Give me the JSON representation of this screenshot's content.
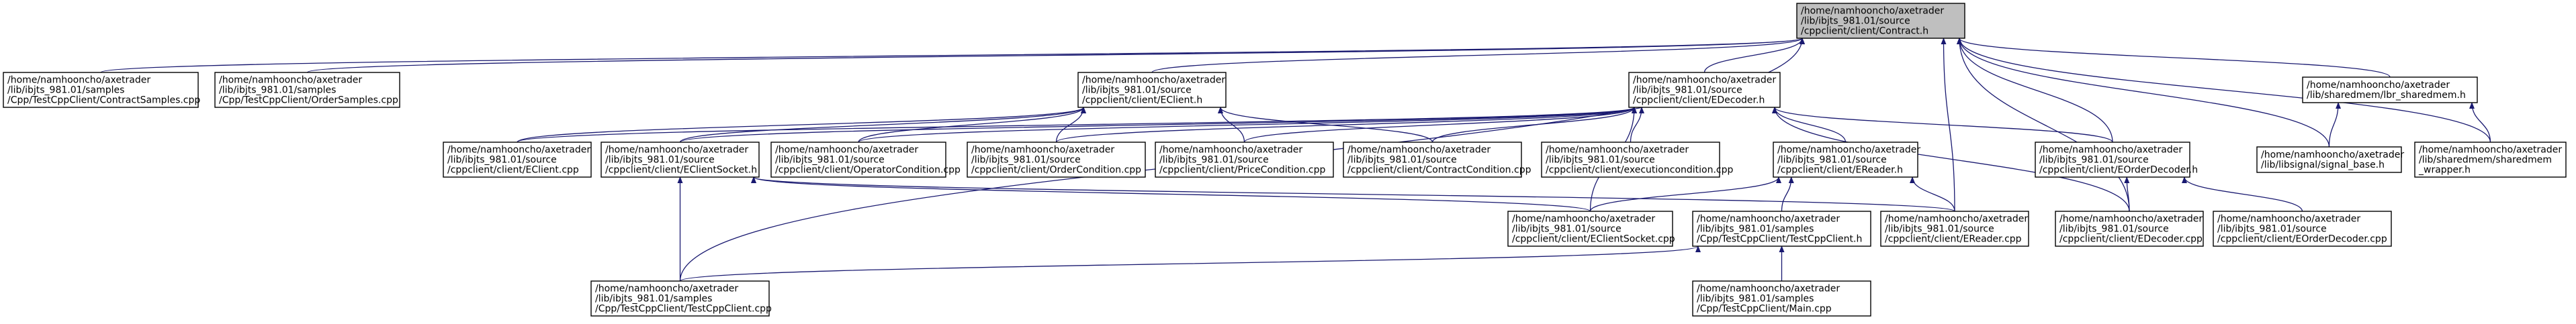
{
  "diagram": {
    "type": "include-dependency-graph",
    "colors": {
      "root_fill": "#bfbfbf",
      "node_fill": "#ffffff",
      "edge": "#191970",
      "text": "#000000"
    },
    "nodes": [
      {
        "id": "contract_h",
        "root": true,
        "lines": [
          "/home/namhooncho/axetrader",
          "/lib/ibjts_981.01/source",
          "/cppclient/client/Contract.h"
        ]
      },
      {
        "id": "contract_samples_cpp",
        "lines": [
          "/home/namhooncho/axetrader",
          "/lib/ibjts_981.01/samples",
          "/Cpp/TestCppClient/ContractSamples.cpp"
        ]
      },
      {
        "id": "order_samples_cpp",
        "lines": [
          "/home/namhooncho/axetrader",
          "/lib/ibjts_981.01/samples",
          "/Cpp/TestCppClient/OrderSamples.cpp"
        ]
      },
      {
        "id": "eclient_h",
        "lines": [
          "/home/namhooncho/axetrader",
          "/lib/ibjts_981.01/source",
          "/cppclient/client/EClient.h"
        ]
      },
      {
        "id": "edecoder_h",
        "lines": [
          "/home/namhooncho/axetrader",
          "/lib/ibjts_981.01/source",
          "/cppclient/client/EDecoder.h"
        ]
      },
      {
        "id": "lbr_sharedmem_h",
        "lines": [
          "/home/namhooncho/axetrader",
          "/lib/sharedmem/lbr_sharedmem.h"
        ]
      },
      {
        "id": "eclient_cpp",
        "lines": [
          "/home/namhooncho/axetrader",
          "/lib/ibjts_981.01/source",
          "/cppclient/client/EClient.cpp"
        ]
      },
      {
        "id": "eclientsocket_h",
        "lines": [
          "/home/namhooncho/axetrader",
          "/lib/ibjts_981.01/source",
          "/cppclient/client/EClientSocket.h"
        ]
      },
      {
        "id": "operatorcondition_cpp",
        "lines": [
          "/home/namhooncho/axetrader",
          "/lib/ibjts_981.01/source",
          "/cppclient/client/OperatorCondition.cpp"
        ]
      },
      {
        "id": "ordercondition_cpp",
        "lines": [
          "/home/namhooncho/axetrader",
          "/lib/ibjts_981.01/source",
          "/cppclient/client/OrderCondition.cpp"
        ]
      },
      {
        "id": "pricecondition_cpp",
        "lines": [
          "/home/namhooncho/axetrader",
          "/lib/ibjts_981.01/source",
          "/cppclient/client/PriceCondition.cpp"
        ]
      },
      {
        "id": "contractcondition_cpp",
        "lines": [
          "/home/namhooncho/axetrader",
          "/lib/ibjts_981.01/source",
          "/cppclient/client/ContractCondition.cpp"
        ]
      },
      {
        "id": "executioncondition_cpp",
        "lines": [
          "/home/namhooncho/axetrader",
          "/lib/ibjts_981.01/source",
          "/cppclient/client/executioncondition.cpp"
        ]
      },
      {
        "id": "ereader_h",
        "lines": [
          "/home/namhooncho/axetrader",
          "/lib/ibjts_981.01/source",
          "/cppclient/client/EReader.h"
        ]
      },
      {
        "id": "eorderdecoder_h",
        "lines": [
          "/home/namhooncho/axetrader",
          "/lib/ibjts_981.01/source",
          "/cppclient/client/EOrderDecoder.h"
        ]
      },
      {
        "id": "signal_base_h",
        "lines": [
          "/home/namhooncho/axetrader",
          "/lib/libsignal/signal_base.h"
        ]
      },
      {
        "id": "sharedmem_wrapper_h",
        "lines": [
          "/home/namhooncho/axetrader",
          "/lib/sharedmem/sharedmem",
          "_wrapper.h"
        ]
      },
      {
        "id": "eclientsocket_cpp",
        "lines": [
          "/home/namhooncho/axetrader",
          "/lib/ibjts_981.01/source",
          "/cppclient/client/EClientSocket.cpp"
        ]
      },
      {
        "id": "testcppclient_h",
        "lines": [
          "/home/namhooncho/axetrader",
          "/lib/ibjts_981.01/samples",
          "/Cpp/TestCppClient/TestCppClient.h"
        ]
      },
      {
        "id": "ereader_cpp",
        "lines": [
          "/home/namhooncho/axetrader",
          "/lib/ibjts_981.01/source",
          "/cppclient/client/EReader.cpp"
        ]
      },
      {
        "id": "edecoder_cpp",
        "lines": [
          "/home/namhooncho/axetrader",
          "/lib/ibjts_981.01/source",
          "/cppclient/client/EDecoder.cpp"
        ]
      },
      {
        "id": "eorderdecoder_cpp",
        "lines": [
          "/home/namhooncho/axetrader",
          "/lib/ibjts_981.01/source",
          "/cppclient/client/EOrderDecoder.cpp"
        ]
      },
      {
        "id": "testcppclient_cpp",
        "lines": [
          "/home/namhooncho/axetrader",
          "/lib/ibjts_981.01/samples",
          "/Cpp/TestCppClient/TestCppClient.cpp"
        ]
      },
      {
        "id": "main_cpp",
        "lines": [
          "/home/namhooncho/axetrader",
          "/lib/ibjts_981.01/samples",
          "/Cpp/TestCppClient/Main.cpp"
        ]
      }
    ],
    "edges": [
      [
        "contract_samples_cpp",
        "contract_h"
      ],
      [
        "order_samples_cpp",
        "contract_h"
      ],
      [
        "eclient_h",
        "contract_h"
      ],
      [
        "edecoder_h",
        "contract_h"
      ],
      [
        "lbr_sharedmem_h",
        "contract_h"
      ],
      [
        "signal_base_h",
        "contract_h"
      ],
      [
        "sharedmem_wrapper_h",
        "contract_h"
      ],
      [
        "eorderdecoder_h",
        "contract_h"
      ],
      [
        "ereader_cpp",
        "contract_h"
      ],
      [
        "edecoder_cpp",
        "contract_h"
      ],
      [
        "testcppclient_cpp",
        "contract_h"
      ],
      [
        "eclient_cpp",
        "eclient_h"
      ],
      [
        "eclientsocket_h",
        "eclient_h"
      ],
      [
        "operatorcondition_cpp",
        "eclient_h"
      ],
      [
        "ordercondition_cpp",
        "eclient_h"
      ],
      [
        "pricecondition_cpp",
        "eclient_h"
      ],
      [
        "contractcondition_cpp",
        "eclient_h"
      ],
      [
        "eclient_cpp",
        "edecoder_h"
      ],
      [
        "eclientsocket_h",
        "edecoder_h"
      ],
      [
        "operatorcondition_cpp",
        "edecoder_h"
      ],
      [
        "ordercondition_cpp",
        "edecoder_h"
      ],
      [
        "pricecondition_cpp",
        "edecoder_h"
      ],
      [
        "contractcondition_cpp",
        "edecoder_h"
      ],
      [
        "executioncondition_cpp",
        "edecoder_h"
      ],
      [
        "ereader_h",
        "edecoder_h"
      ],
      [
        "eorderdecoder_h",
        "edecoder_h"
      ],
      [
        "edecoder_cpp",
        "edecoder_h"
      ],
      [
        "eclientsocket_cpp",
        "edecoder_h"
      ],
      [
        "signal_base_h",
        "lbr_sharedmem_h"
      ],
      [
        "sharedmem_wrapper_h",
        "lbr_sharedmem_h"
      ],
      [
        "eclientsocket_cpp",
        "eclientsocket_h"
      ],
      [
        "testcppclient_cpp",
        "eclientsocket_h"
      ],
      [
        "ereader_cpp",
        "eclientsocket_h"
      ],
      [
        "eclientsocket_cpp",
        "ereader_h"
      ],
      [
        "testcppclient_h",
        "ereader_h"
      ],
      [
        "ereader_cpp",
        "ereader_h"
      ],
      [
        "edecoder_cpp",
        "eorderdecoder_h"
      ],
      [
        "eorderdecoder_cpp",
        "eorderdecoder_h"
      ],
      [
        "testcppclient_cpp",
        "testcppclient_h"
      ],
      [
        "main_cpp",
        "testcppclient_h"
      ]
    ]
  }
}
